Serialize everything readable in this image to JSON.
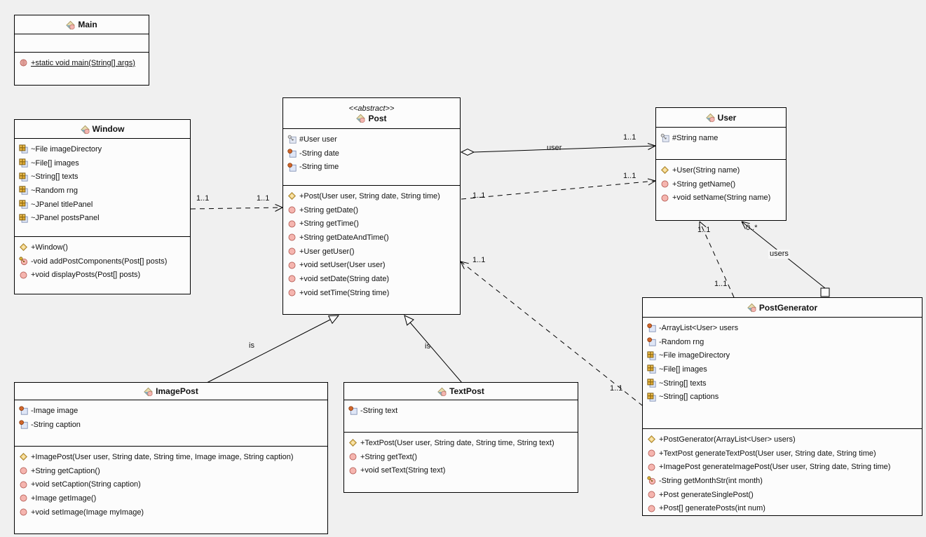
{
  "diagram": {
    "type": "uml-class-diagram",
    "background_color": "#f0f0f0",
    "box_fill_color": "#fcfcfc"
  },
  "classes": [
    {
      "id": "main",
      "name": "Main",
      "stereotype": "",
      "fields": [],
      "methods": [
        {
          "icon": "method-static",
          "text": "+static void main(String[] args)",
          "underline": true
        }
      ]
    },
    {
      "id": "window",
      "name": "Window",
      "stereotype": "",
      "fields": [
        {
          "icon": "field-package",
          "text": "~File imageDirectory"
        },
        {
          "icon": "field-package",
          "text": "~File[] images"
        },
        {
          "icon": "field-package",
          "text": "~String[] texts"
        },
        {
          "icon": "field-package",
          "text": "~Random rng"
        },
        {
          "icon": "field-package",
          "text": "~JPanel titlePanel"
        },
        {
          "icon": "field-package",
          "text": "~JPanel postsPanel"
        }
      ],
      "methods": [
        {
          "icon": "constructor",
          "text": "+Window()"
        },
        {
          "icon": "method-private",
          "text": "-void addPostComponents(Post[] posts)"
        },
        {
          "icon": "method-public",
          "text": "+void displayPosts(Post[] posts)"
        }
      ]
    },
    {
      "id": "post",
      "name": "Post",
      "stereotype": "<<abstract>>",
      "fields": [
        {
          "icon": "field-protected",
          "text": "#User user"
        },
        {
          "icon": "field-private",
          "text": "-String date"
        },
        {
          "icon": "field-private",
          "text": "-String time"
        }
      ],
      "methods": [
        {
          "icon": "constructor",
          "text": "+Post(User user, String date, String time)"
        },
        {
          "icon": "method-public",
          "text": "+String getDate()"
        },
        {
          "icon": "method-public",
          "text": "+String getTime()"
        },
        {
          "icon": "method-public",
          "text": "+String getDateAndTime()"
        },
        {
          "icon": "method-public",
          "text": "+User getUser()"
        },
        {
          "icon": "method-public",
          "text": "+void setUser(User user)"
        },
        {
          "icon": "method-public",
          "text": "+void setDate(String date)"
        },
        {
          "icon": "method-public",
          "text": "+void setTime(String time)"
        }
      ]
    },
    {
      "id": "user",
      "name": "User",
      "stereotype": "",
      "fields": [
        {
          "icon": "field-protected",
          "text": "#String name"
        }
      ],
      "methods": [
        {
          "icon": "constructor",
          "text": "+User(String name)"
        },
        {
          "icon": "method-public",
          "text": "+String getName()"
        },
        {
          "icon": "method-public",
          "text": "+void setName(String name)"
        }
      ]
    },
    {
      "id": "postgen",
      "name": "PostGenerator",
      "stereotype": "",
      "fields": [
        {
          "icon": "field-private",
          "text": "-ArrayList<User> users"
        },
        {
          "icon": "field-private",
          "text": "-Random rng"
        },
        {
          "icon": "field-package",
          "text": "~File imageDirectory"
        },
        {
          "icon": "field-package",
          "text": "~File[] images"
        },
        {
          "icon": "field-package",
          "text": "~String[] texts"
        },
        {
          "icon": "field-package",
          "text": "~String[] captions"
        }
      ],
      "methods": [
        {
          "icon": "constructor",
          "text": "+PostGenerator(ArrayList<User> users)"
        },
        {
          "icon": "method-public",
          "text": "+TextPost generateTextPost(User user, String date, String time)"
        },
        {
          "icon": "method-public",
          "text": "+ImagePost generateImagePost(User user, String date, String time)"
        },
        {
          "icon": "method-private",
          "text": "-String getMonthStr(int month)"
        },
        {
          "icon": "method-public",
          "text": "+Post generateSinglePost()"
        },
        {
          "icon": "method-public",
          "text": "+Post[] generatePosts(int num)"
        }
      ]
    },
    {
      "id": "imagepost",
      "name": "ImagePost",
      "stereotype": "",
      "fields": [
        {
          "icon": "field-private",
          "text": "-Image image"
        },
        {
          "icon": "field-private",
          "text": "-String caption"
        }
      ],
      "methods": [
        {
          "icon": "constructor",
          "text": "+ImagePost(User user, String date, String time, Image image, String caption)"
        },
        {
          "icon": "method-public",
          "text": "+String getCaption()"
        },
        {
          "icon": "method-public",
          "text": "+void setCaption(String caption)"
        },
        {
          "icon": "method-public",
          "text": "+Image getImage()"
        },
        {
          "icon": "method-public",
          "text": "+void setImage(Image myImage)"
        }
      ]
    },
    {
      "id": "textpost",
      "name": "TextPost",
      "stereotype": "",
      "fields": [
        {
          "icon": "field-private",
          "text": "-String text"
        }
      ],
      "methods": [
        {
          "icon": "constructor",
          "text": "+TextPost(User user, String date, String time, String text)"
        },
        {
          "icon": "method-public",
          "text": "+String getText()"
        },
        {
          "icon": "method-public",
          "text": "+void setText(String text)"
        }
      ]
    }
  ],
  "edges": {
    "post_user_agg": {
      "type": "aggregation",
      "from": "Post",
      "to": "User",
      "label": "user",
      "target_mult": "1..1"
    },
    "post_user_dep": {
      "type": "dependency",
      "from": "Post",
      "to": "User",
      "source_mult": "1..1",
      "target_mult": "1..1"
    },
    "window_post_dep": {
      "type": "dependency",
      "from": "Window",
      "to": "Post",
      "source_mult": "1..1",
      "target_mult": "1..1"
    },
    "imagepost_post_gen": {
      "type": "generalization",
      "from": "ImagePost",
      "to": "Post",
      "label": "is"
    },
    "textpost_post_gen": {
      "type": "generalization",
      "from": "TextPost",
      "to": "Post",
      "label": "is"
    },
    "postgen_post_dep": {
      "type": "dependency",
      "from": "PostGenerator",
      "to": "Post",
      "source_mult": "1..1",
      "target_mult": "1..1"
    },
    "postgen_user_dep": {
      "type": "dependency",
      "from": "PostGenerator",
      "to": "User",
      "source_mult": "1..1",
      "target_mult": "1..1"
    },
    "postgen_user_assoc": {
      "type": "association",
      "from": "PostGenerator",
      "to": "User",
      "label": "users",
      "target_mult": "0..*"
    }
  }
}
